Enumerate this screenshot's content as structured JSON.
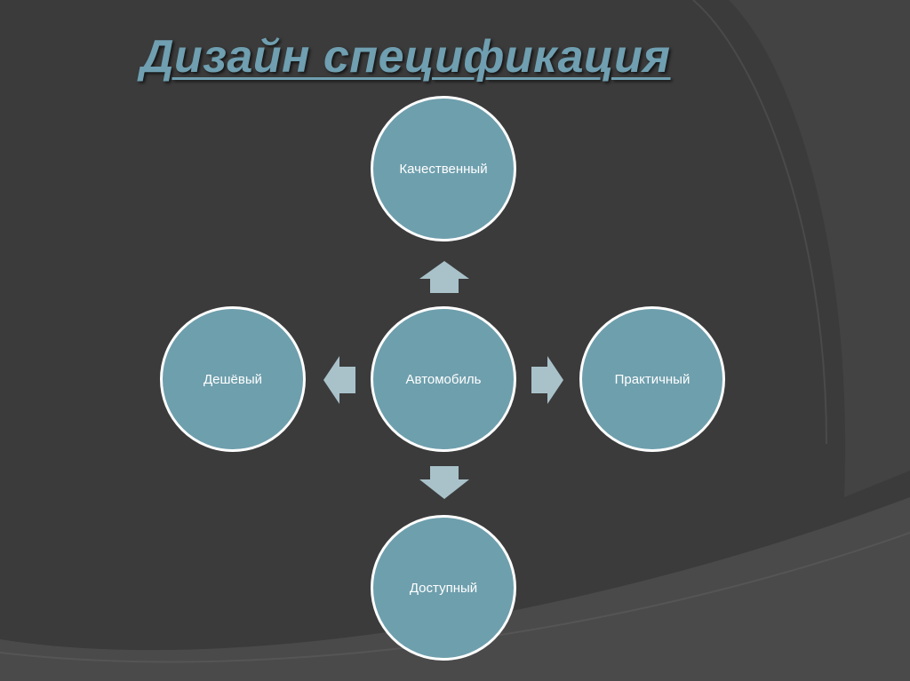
{
  "slide": {
    "title": "Дизайн спецификация"
  },
  "diagram": {
    "center": "Автомобиль",
    "top": "Качественный",
    "right": "Практичный",
    "bottom": "Доступный",
    "left": "Дешёвый"
  },
  "colors": {
    "background": "#3b3b3b",
    "node_fill": "#6e9fad",
    "node_border": "#ffffff",
    "arrow": "#a9c2ca",
    "title": "#6f9fb0"
  }
}
